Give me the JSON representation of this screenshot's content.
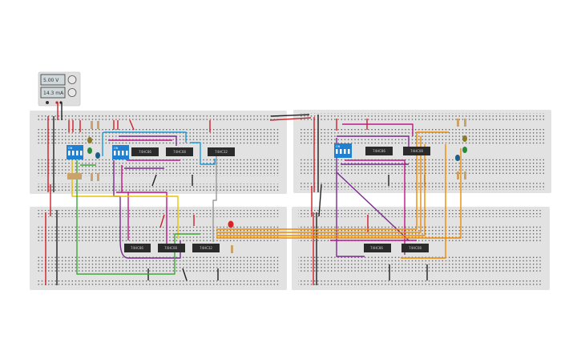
{
  "power_supply": {
    "voltage": "5.00 V",
    "current": "14.3 mA"
  },
  "chips": {
    "top_left": [
      "74HC86",
      "74HC08",
      "74HC32"
    ],
    "bottom_left": [
      "74HC86",
      "74HC08",
      "74HC32"
    ],
    "top_right": [
      "74HC86",
      "74HC08"
    ],
    "bottom_right": [
      "74HC86",
      "74HC08"
    ]
  },
  "dip_switch": {
    "label": "ON",
    "positions": [
      "1",
      "2",
      "3",
      "4"
    ]
  },
  "colors": {
    "breadboard": "#e2e2e2",
    "chip": "#2b2b2b",
    "dip": "#1f7fd1",
    "wire_red": "#d0202a",
    "wire_black": "#222222",
    "wire_purple": "#7a2b8f",
    "wire_magenta": "#c0188a",
    "wire_blue": "#1c9ad6",
    "wire_orange": "#f08a00",
    "wire_yellow": "#e8c400",
    "wire_green": "#3aaa35",
    "wire_gray": "#9a9a9a"
  }
}
